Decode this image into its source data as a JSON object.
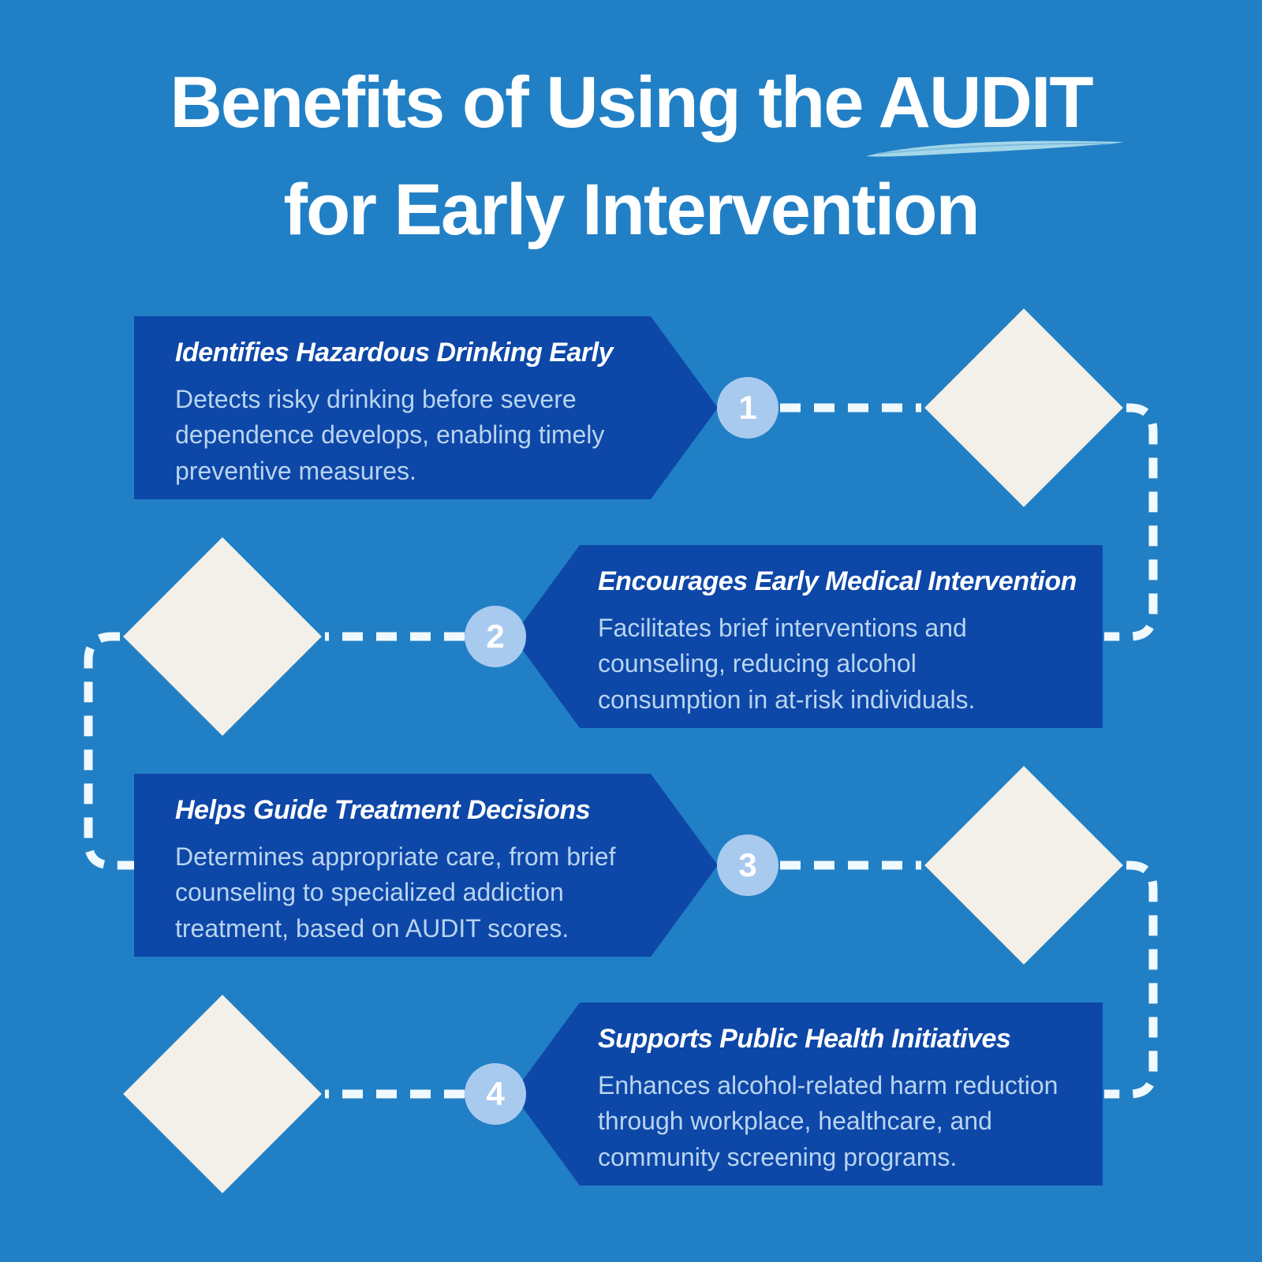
{
  "title": {
    "line1": "Benefits of Using the AUDIT",
    "line2": "for Early Intervention"
  },
  "steps": [
    {
      "number": "1",
      "title": "Identifies Hazardous Drinking Early",
      "body": "Detects risky drinking before severe\ndependence develops, enabling timely\npreventive measures."
    },
    {
      "number": "2",
      "title": "Encourages Early Medical Intervention",
      "body": "Facilitates brief interventions and\ncounseling, reducing alcohol\nconsumption in at-risk individuals."
    },
    {
      "number": "3",
      "title": "Helps Guide Treatment Decisions",
      "body": "Determines appropriate care, from brief\ncounseling to specialized addiction\ntreatment, based on AUDIT scores."
    },
    {
      "number": "4",
      "title": "Supports Public Health Initiatives",
      "body": "Enhances alcohol-related harm reduction\nthrough workplace, healthcare, and\ncommunity screening programs."
    }
  ],
  "colors": {
    "background": "#2180C5",
    "banner": "#0D47A8",
    "diamond": "#F3F0E9",
    "badge": "#A9CAEF",
    "body_text": "#B9D4F0",
    "dash": "#F0F9FD",
    "underline_swoosh": "#A5D7EA",
    "title_text": "#FFFFFF"
  }
}
